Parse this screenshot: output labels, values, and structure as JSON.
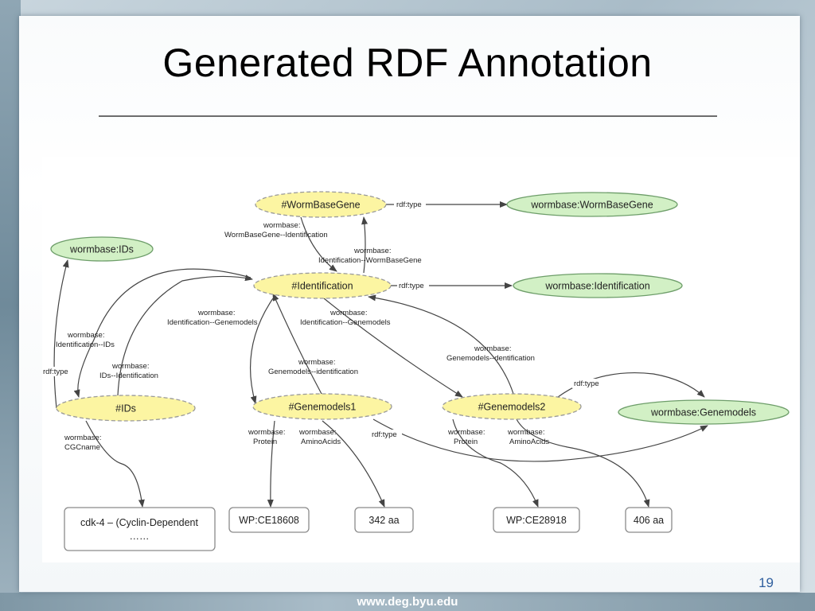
{
  "slide": {
    "title": "Generated RDF Annotation",
    "slide_number": "19",
    "footer": "www.deg.byu.edu"
  },
  "colors": {
    "instance_fill": "#fcf5a2",
    "instance_stroke": "#9a9a9a",
    "class_fill": "#d2f0c5",
    "class_stroke": "#6e9e6a",
    "literal_fill": "#ffffff",
    "literal_stroke": "#8a8a8a",
    "edge": "#444444",
    "footer_text": "#ffffff",
    "slide_number": "#2f5f9e"
  },
  "diagram": {
    "instance_nodes": [
      {
        "id": "wbg",
        "label": "#WormBaseGene"
      },
      {
        "id": "ident",
        "label": "#Identification"
      },
      {
        "id": "ids",
        "label": "#IDs"
      },
      {
        "id": "gm1",
        "label": "#Genemodels1"
      },
      {
        "id": "gm2",
        "label": "#Genemodels2"
      }
    ],
    "class_nodes": [
      {
        "id": "c_wbg",
        "label": "wormbase:WormBaseGene"
      },
      {
        "id": "c_ids",
        "label": "wormbase:IDs"
      },
      {
        "id": "c_ident",
        "label": "wormbase:Identification"
      },
      {
        "id": "c_gm",
        "label": "wormbase:Genemodels"
      }
    ],
    "literal_nodes": [
      {
        "id": "l_cdk",
        "line1": "cdk-4 – (Cyclin-Dependent",
        "line2": "……"
      },
      {
        "id": "l_wp1",
        "line1": "WP:CE18608"
      },
      {
        "id": "l_342",
        "line1": "342 aa"
      },
      {
        "id": "l_wp2",
        "line1": "WP:CE28918"
      },
      {
        "id": "l_406",
        "line1": "406 aa"
      }
    ],
    "edge_labels": {
      "wbg_type": "rdf:type",
      "wbg_ident_1": "wormbase:",
      "wbg_ident_2": "WormBaseGene--Identification",
      "ident_wbg_1": "wormbase:",
      "ident_wbg_2": "Identification--WormBaseGene",
      "ident_type": "rdf:type",
      "ident_gm1_1": "wormbase:",
      "ident_gm1_2": "Identification--Genemodels",
      "ident_gm2_1": "wormbase:",
      "ident_gm2_2": "Identification--Genemodels",
      "ident_ids_1": "wormbase:",
      "ident_ids_2": "Identification--IDs",
      "ids_ident_1": "wormbase:",
      "ids_ident_2": "IDs--Identification",
      "ids_type": "rdf:type",
      "gm1_ident_1": "wormbase:",
      "gm1_ident_2": "Genemodels--identification",
      "gm2_ident_1": "wormbase:",
      "gm2_ident_2": "Genemodels--dentification",
      "gm2_type": "rdf:type",
      "gm1_type": "rdf:type",
      "ids_cgc_1": "wormbase:",
      "ids_cgc_2": "CGCname",
      "gm1_prot_1": "wormbase:",
      "gm1_prot_2": "Protein",
      "gm1_aa_1": "wormbase:",
      "gm1_aa_2": "AminoAcids",
      "gm2_prot_1": "wormbase:",
      "gm2_prot_2": "Protein",
      "gm2_aa_1": "wormbase:",
      "gm2_aa_2": "AminoAcids"
    }
  }
}
